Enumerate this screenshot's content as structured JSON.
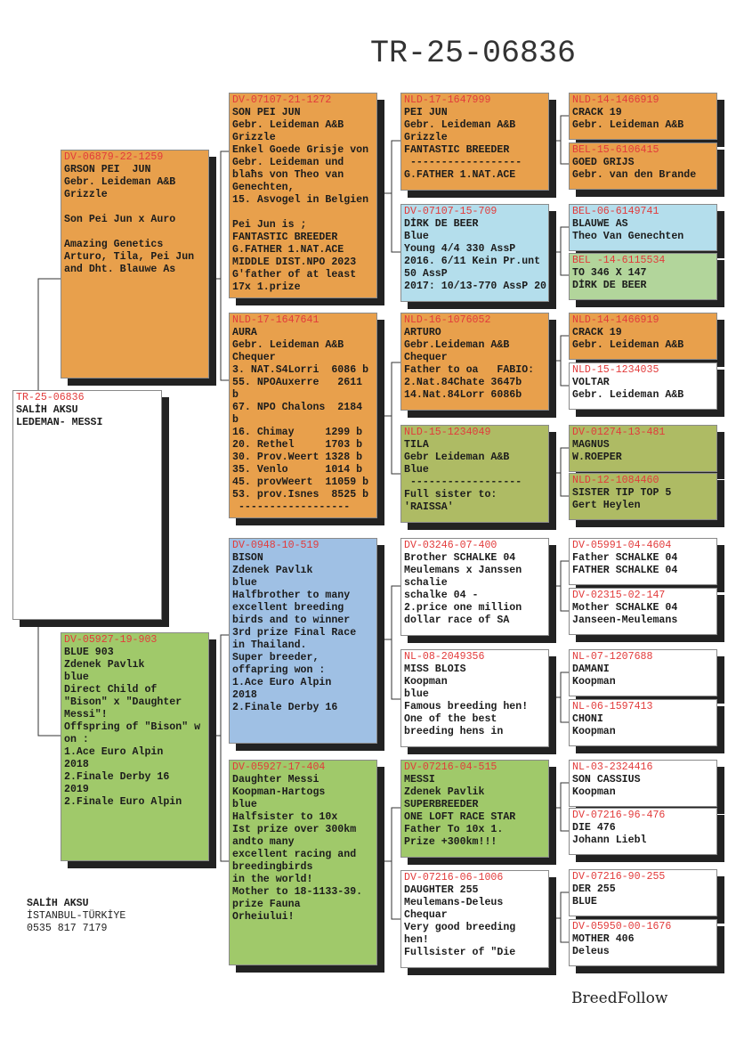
{
  "title": "TR-25-06836",
  "brand": "BreedFollow",
  "owner": {
    "name": "SALİH AKSU",
    "city": "İSTANBUL-TÜRKİYE",
    "phone": "0535 817 7179"
  },
  "colors": {
    "orange": "#e8a04c",
    "light_blue": "#b4deec",
    "blue": "#9fc0e4",
    "green": "#a0c96a",
    "olive": "#aebb64",
    "light_green": "#b2d59b",
    "white": "#ffffff",
    "ring_id": "#e23b3b"
  },
  "nodes": {
    "subject": {
      "color": "white",
      "id": "TR-25-06836",
      "lines": [
        "SALİH AKSU",
        "LEDEMAN- MESSI"
      ]
    },
    "sire": {
      "color": "orange",
      "id": "DV-06879-22-1259",
      "lines": [
        "GRSON PEI  JUN",
        "Gebr. Leideman A&B",
        "Grizzle",
        "",
        "Son Pei Jun x Auro",
        "",
        "Amazing Genetics",
        "Arturo, Tila, Pei Jun",
        "and Dht. Blauwe As"
      ]
    },
    "dam": {
      "color": "green",
      "id": "DV-05927-19-903",
      "lines": [
        "BLUE 903",
        "Zdenek Pavlık",
        "blue",
        "Direct Child of",
        "\"Bison\" x \"Daughter",
        "Messi\"!",
        "Offspring of \"Bison\" w",
        "on :",
        "1.Ace Euro Alpin",
        "2018",
        "2.Finale Derby 16",
        "2019",
        "2.Finale Euro Alpin"
      ]
    },
    "ss": {
      "color": "orange",
      "id": "DV-07107-21-1272",
      "lines": [
        "SON PEI JUN",
        "Gebr. Leideman A&B",
        "Grizzle",
        "Enkel Goede Grisje von",
        "Gebr. Leideman und",
        "blaħs von Theo van",
        "Genechten,",
        "15. Asvogel in Belgien",
        "",
        "Pei Jun is ;",
        "FANTASTIC BREEDER",
        "G.FATHER 1.NAT.ACE",
        "MIDDLE DIST.NPO 2023",
        "G'father of at least",
        "17x 1.prize"
      ]
    },
    "sd": {
      "color": "orange",
      "id": "NLD-17-1647641",
      "lines": [
        "AURA",
        "Gebr. Leideman A&B",
        "Chequer",
        "3. NAT.S4Lorri  6086 b",
        "55. NPOAuxerre   2611",
        "b",
        "67. NPO Chalons  2184",
        "b",
        "16. Chimay     1299 b",
        "20. Rethel     1703 b",
        "30. Prov.Weert 1328 b",
        "35. Venlo      1014 b",
        "45. provWeert  11059 b",
        "53. prov.Isnes  8525 b",
        " ------------------"
      ]
    },
    "ds": {
      "color": "blue",
      "id": "DV-0948-10-519",
      "lines": [
        "BISON",
        "Zdenek Pavlık",
        "blue",
        "Halfbrother to many",
        "excellent breeding",
        "birds and to winner",
        "3rd prize Final Race",
        "in Thailand.",
        "Super breeder,",
        "offapring won :",
        "1.Ace Euro Alpin",
        "2018",
        "2.Finale Derby 16"
      ]
    },
    "dd": {
      "color": "green",
      "id": "DV-05927-17-404",
      "lines": [
        "Daughter Messi",
        "Koopman-Hartogs",
        "blue",
        "Halfsister to 10x",
        "Ist prize over 300km",
        "andto many",
        "excellent racing and",
        "breedingbirds",
        "in the world!",
        "Mother to 18-1133-39.",
        "prize Fauna",
        "Orheiului!"
      ]
    },
    "sss": {
      "color": "orange",
      "id": "NLD-17-1647999",
      "lines": [
        "PEI JUN",
        "Gebr. Leideman A&B",
        "Grizzle",
        "FANTASTIC BREEDER",
        " ------------------",
        "G.FATHER 1.NAT.ACE"
      ]
    },
    "ssd": {
      "color": "lblue",
      "id": "DV-07107-15-709",
      "lines": [
        "DİRK DE BEER",
        "Blue",
        "Young 4/4 330 AssP",
        "2016. 6/11 Kein Pr.unt",
        "50 AssP",
        "2017: 10/13-770 AssP 20"
      ]
    },
    "sds": {
      "color": "orange",
      "id": "NLD-16-1076052",
      "lines": [
        "ARTURO",
        "Gebr.Leideman A&B",
        "Chequer",
        "Father to oa   FABIO:",
        "2.Nat.84Chate 3647b",
        "14.Nat.84Lorr 6086b"
      ]
    },
    "sdd": {
      "color": "olive",
      "id": "NLD-15-1234049",
      "lines": [
        "TILA",
        "Gebr Leideman A&B",
        "Blue",
        " ------------------",
        "Full sister to:",
        "'RAISSA'"
      ]
    },
    "dss": {
      "color": "white",
      "id": "DV-03246-07-400",
      "lines": [
        "Brother SCHALKE 04",
        "Meulemans x Janssen",
        "schalie",
        "schalke 04 -",
        "2.price one million",
        "dollar race of SA"
      ]
    },
    "dsd": {
      "color": "white",
      "id": "NL-08-2049356",
      "lines": [
        "MISS BLOIS",
        "Koopman",
        "blue",
        "Famous breeding hen!",
        "One of the best",
        "breeding hens in"
      ]
    },
    "dds": {
      "color": "green",
      "id": "DV-07216-04-515",
      "lines": [
        "MESSI",
        "Zdenek Pavlik",
        "SUPERBREEDER",
        "ONE LOFT RACE STAR",
        "Father To 10x 1.",
        "Prize +300km!!!"
      ]
    },
    "ddd": {
      "color": "white",
      "id": "DV-07216-06-1006",
      "lines": [
        "DAUGHTER 255",
        "Meulemans-Deleus",
        "Chequar",
        "Very good breeding",
        "hen!",
        "Fullsister of \"Die"
      ]
    },
    "g4_1": {
      "color": "orange",
      "id": "NLD-14-1466919",
      "lines": [
        "CRACK 19",
        "Gebr. Leideman A&B"
      ]
    },
    "g4_2": {
      "color": "orange",
      "id": "BEL-15-6106415",
      "lines": [
        "GOED GRIJS",
        "Gebr. van den Brande"
      ]
    },
    "g4_3": {
      "color": "lblue",
      "id": "BEL-06-6149741",
      "lines": [
        "BLAUWE AS",
        "Theo Van Genechten"
      ]
    },
    "g4_4": {
      "color": "lgreen",
      "id": "BEL -14-6115534",
      "lines": [
        "TO 346 X 147",
        "DİRK DE BEER"
      ]
    },
    "g4_5": {
      "color": "orange",
      "id": "NLD-14-1466919",
      "lines": [
        "CRACK 19",
        "Gebr. Leideman A&B"
      ]
    },
    "g4_6": {
      "color": "white",
      "id": "NLD-15-1234035",
      "lines": [
        "VOLTAR",
        "Gebr. Leideman A&B"
      ]
    },
    "g4_7": {
      "color": "olive",
      "id": "DV-01274-13-481",
      "lines": [
        "MAGNUS",
        "W.ROEPER"
      ]
    },
    "g4_8": {
      "color": "olive",
      "id": "NLD-12-1084460",
      "lines": [
        "SISTER TIP TOP 5",
        "Gert Heylen"
      ]
    },
    "g4_9": {
      "color": "white",
      "id": "DV-05991-04-4604",
      "lines": [
        "Father SCHALKE 04",
        "FATHER SCHALKE 04"
      ]
    },
    "g4_10": {
      "color": "white",
      "id": "DV-02315-02-147",
      "lines": [
        "Mother SCHALKE 04",
        "Janseen-Meulemans"
      ]
    },
    "g4_11": {
      "color": "white",
      "id": "NL-07-1207688",
      "lines": [
        "DAMANI",
        "Koopman"
      ]
    },
    "g4_12": {
      "color": "white",
      "id": "NL-06-1597413",
      "lines": [
        "CHONI",
        "Koopman"
      ]
    },
    "g4_13": {
      "color": "white",
      "id": "NL-03-2324416",
      "lines": [
        "SON CASSIUS",
        "Koopman"
      ]
    },
    "g4_14": {
      "color": "white",
      "id": "DV-07216-96-476",
      "lines": [
        "DIE 476",
        "Johann Liebl"
      ]
    },
    "g4_15": {
      "color": "white",
      "id": "DV-07216-90-255",
      "lines": [
        "DER 255",
        "BLUE"
      ]
    },
    "g4_16": {
      "color": "white",
      "id": "DV-05950-00-1676",
      "lines": [
        "MOTHER 406",
        "Deleus"
      ]
    }
  }
}
